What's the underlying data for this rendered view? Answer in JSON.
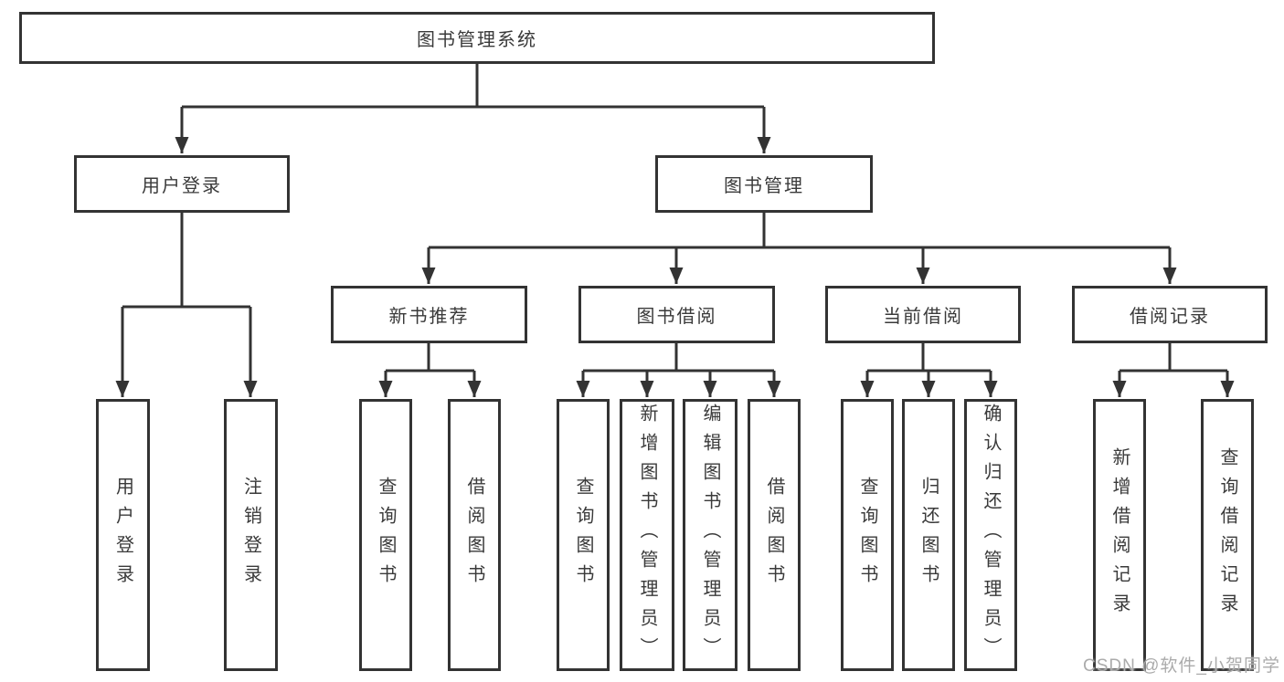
{
  "diagram": {
    "root": {
      "label": "图书管理系统"
    },
    "branches": [
      {
        "label": "用户登录",
        "children": [
          {
            "label": "用户登录"
          },
          {
            "label": "注销登录"
          }
        ]
      },
      {
        "label": "图书管理",
        "children": [
          {
            "label": "新书推荐",
            "children": [
              {
                "label": "查询图书"
              },
              {
                "label": "借阅图书"
              }
            ]
          },
          {
            "label": "图书借阅",
            "children": [
              {
                "label": "查询图书"
              },
              {
                "label": "新增图书（管理员）"
              },
              {
                "label": "编辑图书（管理员）"
              },
              {
                "label": "借阅图书"
              }
            ]
          },
          {
            "label": "当前借阅",
            "children": [
              {
                "label": "查询图书"
              },
              {
                "label": "归还图书"
              },
              {
                "label": "确认归还（管理员）"
              }
            ]
          },
          {
            "label": "借阅记录",
            "children": [
              {
                "label": "新增借阅记录"
              },
              {
                "label": "查询借阅记录"
              }
            ]
          }
        ]
      }
    ]
  },
  "watermark": {
    "text": "CSDN @软件_小贺同学"
  },
  "colors": {
    "line": "#333333",
    "box_border": "#333333",
    "text": "#3a3a3a",
    "watermark": "#ababab",
    "background": "#ffffff"
  }
}
